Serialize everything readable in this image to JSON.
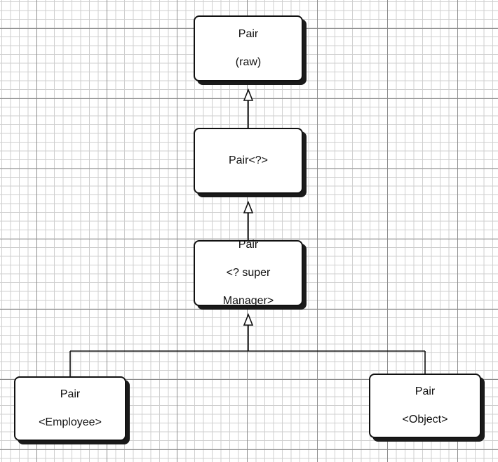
{
  "nodes": {
    "raw": {
      "line1": "Pair",
      "line2": "(raw)"
    },
    "wildcard": {
      "line1": "Pair<?>"
    },
    "super": {
      "line1": "Pair",
      "line2": "<? super",
      "line3": "Manager>"
    },
    "employee": {
      "line1": "Pair",
      "line2": "<Employee>"
    },
    "object": {
      "line1": "Pair",
      "line2": "<Object>"
    }
  },
  "colors": {
    "line": "#111111",
    "box_border": "#111111",
    "shadow": "#1a1a1a"
  }
}
